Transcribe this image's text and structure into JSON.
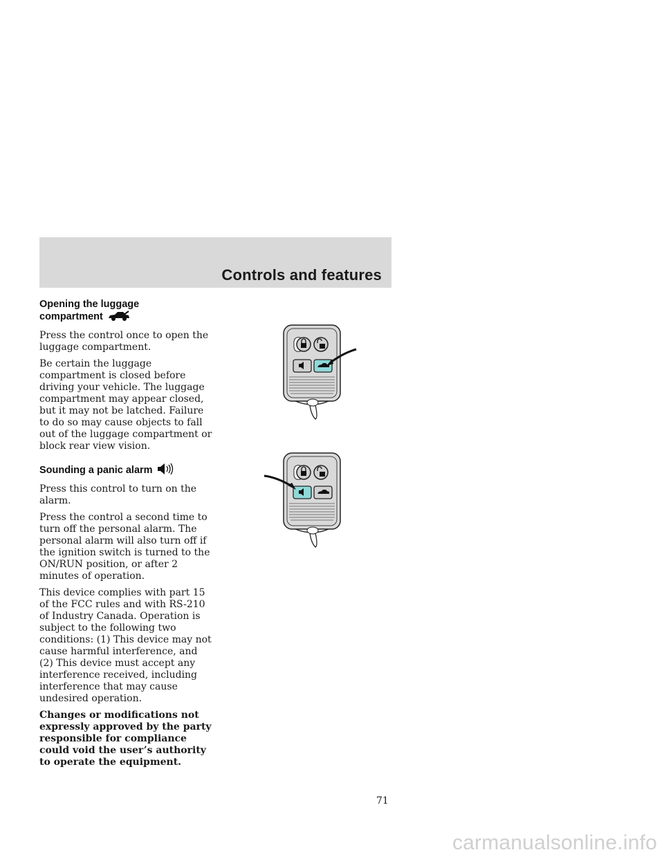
{
  "header": {
    "section_title": "Controls and features"
  },
  "sections": {
    "luggage": {
      "heading_line1": "Opening the luggage",
      "heading_line2": "compartment",
      "icon": "car-trunk-icon",
      "p1": "Press the control once to open the luggage compartment.",
      "p2": "Be certain the luggage compartment is closed before driving your vehicle. The luggage compartment may appear closed, but it may not be latched. Failure to do so may cause objects to fall out of the luggage compartment or block rear view vision."
    },
    "panic": {
      "heading": "Sounding a panic alarm",
      "icon": "speaker-alarm-icon",
      "p1": "Press this control to turn on the alarm.",
      "p2": "Press the control a second time to turn off the personal alarm. The personal alarm will also turn off if the ignition switch is turned to the ON/RUN position, or after 2 minutes of operation.",
      "p3": "This device complies with part 15 of the FCC rules and with RS-210 of Industry Canada. Operation is subject to the following two conditions: (1) This device may not cause harmful interference, and (2) This device must accept any interference received, including interference that may cause undesired operation.",
      "p4_bold": "Changes or modifications not expressly approved by the party responsible for compliance could void the user’s authority to operate the equipment."
    }
  },
  "illustrations": {
    "fob_top_highlight": "trunk-button",
    "fob_bottom_highlight": "panic-button",
    "highlight_color": "#8fd8d8"
  },
  "footer": {
    "page_number": "71",
    "watermark": "carmanualsonline.info"
  }
}
